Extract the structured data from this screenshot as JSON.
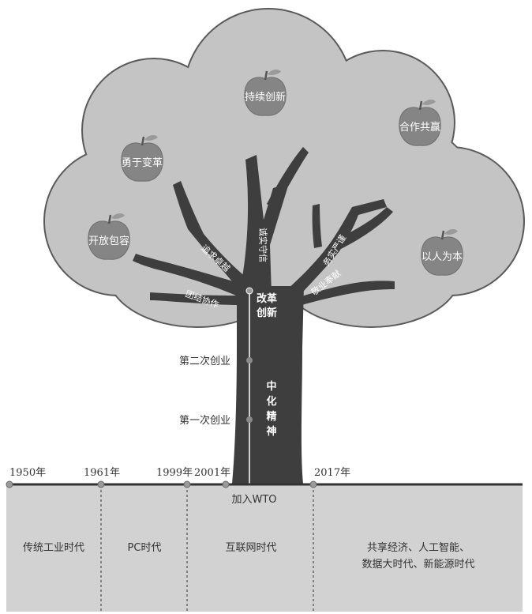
{
  "apples": [
    {
      "id": "sustained-innovation",
      "label": "持续创新"
    },
    {
      "id": "win-win-cooperation",
      "label": "合作共赢"
    },
    {
      "id": "courage-to-reform",
      "label": "勇于变革"
    },
    {
      "id": "openness-inclusiveness",
      "label": "开放包容"
    },
    {
      "id": "people-oriented",
      "label": "以人为本"
    }
  ],
  "branches": [
    {
      "id": "integrity",
      "label": "诚实守信"
    },
    {
      "id": "pursuit-excellence",
      "label": "追求卓越"
    },
    {
      "id": "pragmatic",
      "label": "务实严谨"
    },
    {
      "id": "dedication",
      "label": "敬业奉献"
    },
    {
      "id": "unity",
      "label": "团结协作"
    }
  ],
  "trunk": {
    "reform_line1": "改革",
    "reform_line2": "创新",
    "spirit_chars": [
      "中",
      "化",
      "精",
      "神"
    ]
  },
  "milestones": {
    "second_venture": "第二次创业",
    "first_venture": "第一次创业"
  },
  "timeline": {
    "years": [
      "1950年",
      "1961年",
      "1999年",
      "2001年",
      "2017年"
    ],
    "wto_label": "加入WTO",
    "eras": [
      {
        "id": "traditional-industry",
        "lines": [
          "传统工业时代"
        ]
      },
      {
        "id": "pc",
        "lines": [
          "PC时代"
        ]
      },
      {
        "id": "internet",
        "lines": [
          "互联网时代"
        ]
      },
      {
        "id": "sharing-economy",
        "lines": [
          "共享经济、人工智能、",
          "数据大时代、新能源时代"
        ]
      }
    ]
  },
  "colors": {
    "canopy": "#c4c4c4",
    "canopy_outline": "#5a5a5a",
    "tree": "#3e3e3e",
    "apple": "#858585",
    "apple_text": "#ffffff",
    "timeline_axis": "#333333",
    "timeline_fill": "#d2d2d2"
  }
}
